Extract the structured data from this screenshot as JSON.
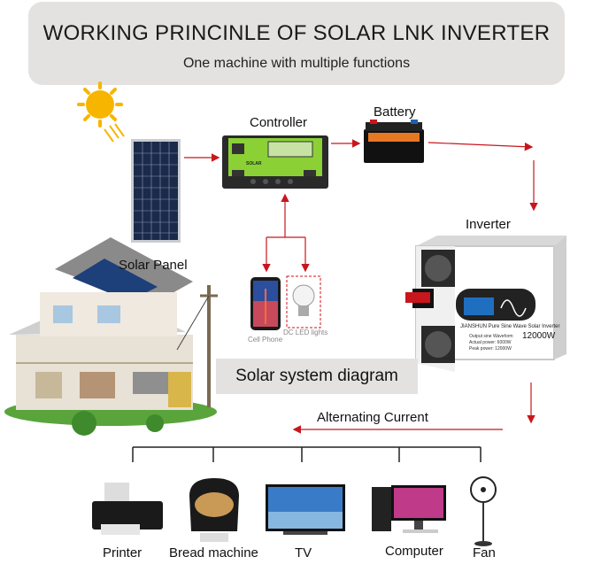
{
  "header": {
    "title": "WORKING PRINCINLE OF SOLAR LNK INVERTER",
    "subtitle": "One machine with multiple functions"
  },
  "components": {
    "controller": "Controller",
    "battery": "Battery",
    "solar_panel": "Solar Panel",
    "inverter": "Inverter",
    "cell_phone": "Cell Phone",
    "dc_led": "DC LED lights"
  },
  "inverter_panel": {
    "brand": "JIANSHUN Pure Sine Wave Solar Inverter",
    "power": "12000W",
    "spec_lines": [
      "Output sine Waveform",
      "Actual power: 6000W",
      "Peak power: 12000W"
    ]
  },
  "controller_panel": {
    "brand": "SOLAR"
  },
  "diagram_label": "Solar system diagram",
  "ac_label": "Alternating Current",
  "appliances": [
    "Printer",
    "Bread machine",
    "TV",
    "Computer",
    "Fan"
  ],
  "colors": {
    "arrow": "#c8161d",
    "controller_green": "#8bd035",
    "panel_blue": "#1b2a4a",
    "header_bg": "#e4e2e0"
  }
}
